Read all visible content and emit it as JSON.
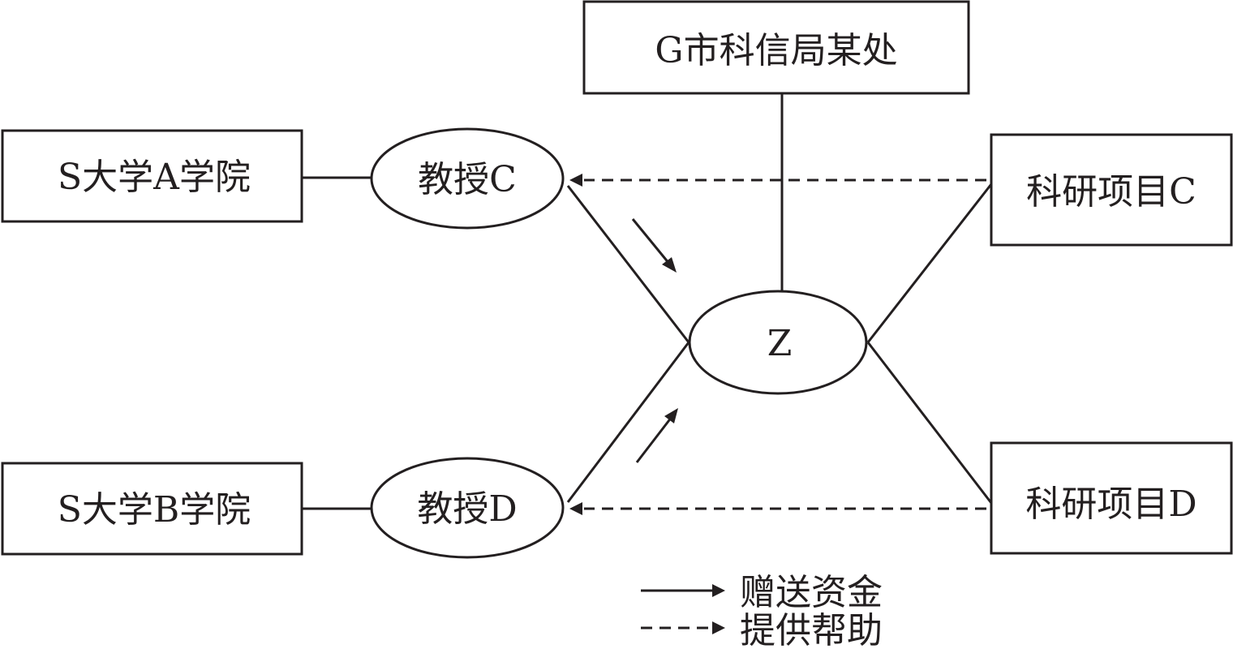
{
  "diagram": {
    "nodes": {
      "bureau": "G市科信局某处",
      "college_a": "S大学A学院",
      "college_b": "S大学B学院",
      "professor_c": "教授C",
      "professor_d": "教授D",
      "center": "Z",
      "project_c": "科研项目C",
      "project_d": "科研项目D"
    },
    "legend": {
      "donate_funds": "赠送资金",
      "provide_help": "提供帮助"
    }
  }
}
